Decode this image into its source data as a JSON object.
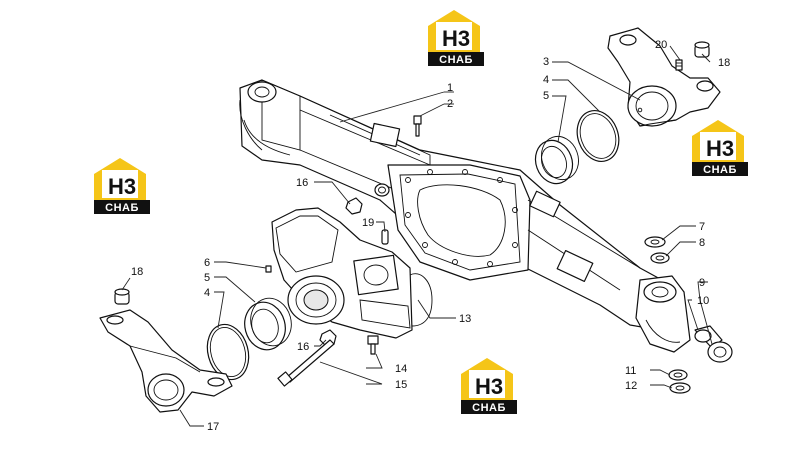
{
  "callouts": [
    {
      "id": "c1",
      "label": "1"
    },
    {
      "id": "c2",
      "label": "2"
    },
    {
      "id": "c3",
      "label": "3"
    },
    {
      "id": "c4a",
      "label": "4"
    },
    {
      "id": "c5a",
      "label": "5"
    },
    {
      "id": "c20",
      "label": "20"
    },
    {
      "id": "c18a",
      "label": "18"
    },
    {
      "id": "c16a",
      "label": "16"
    },
    {
      "id": "c19",
      "label": "19"
    },
    {
      "id": "c7",
      "label": "7"
    },
    {
      "id": "c8",
      "label": "8"
    },
    {
      "id": "c9",
      "label": "9"
    },
    {
      "id": "c10",
      "label": "10"
    },
    {
      "id": "c6",
      "label": "6"
    },
    {
      "id": "c5b",
      "label": "5"
    },
    {
      "id": "c4b",
      "label": "4"
    },
    {
      "id": "c18b",
      "label": "18"
    },
    {
      "id": "c13",
      "label": "13"
    },
    {
      "id": "c16b",
      "label": "16"
    },
    {
      "id": "c14",
      "label": "14"
    },
    {
      "id": "c15",
      "label": "15"
    },
    {
      "id": "c11",
      "label": "11"
    },
    {
      "id": "c12",
      "label": "12"
    },
    {
      "id": "c17",
      "label": "17"
    }
  ],
  "watermark": {
    "top_letters": "H3",
    "bottom_text": "СНАБ",
    "color": "#f5c518"
  }
}
